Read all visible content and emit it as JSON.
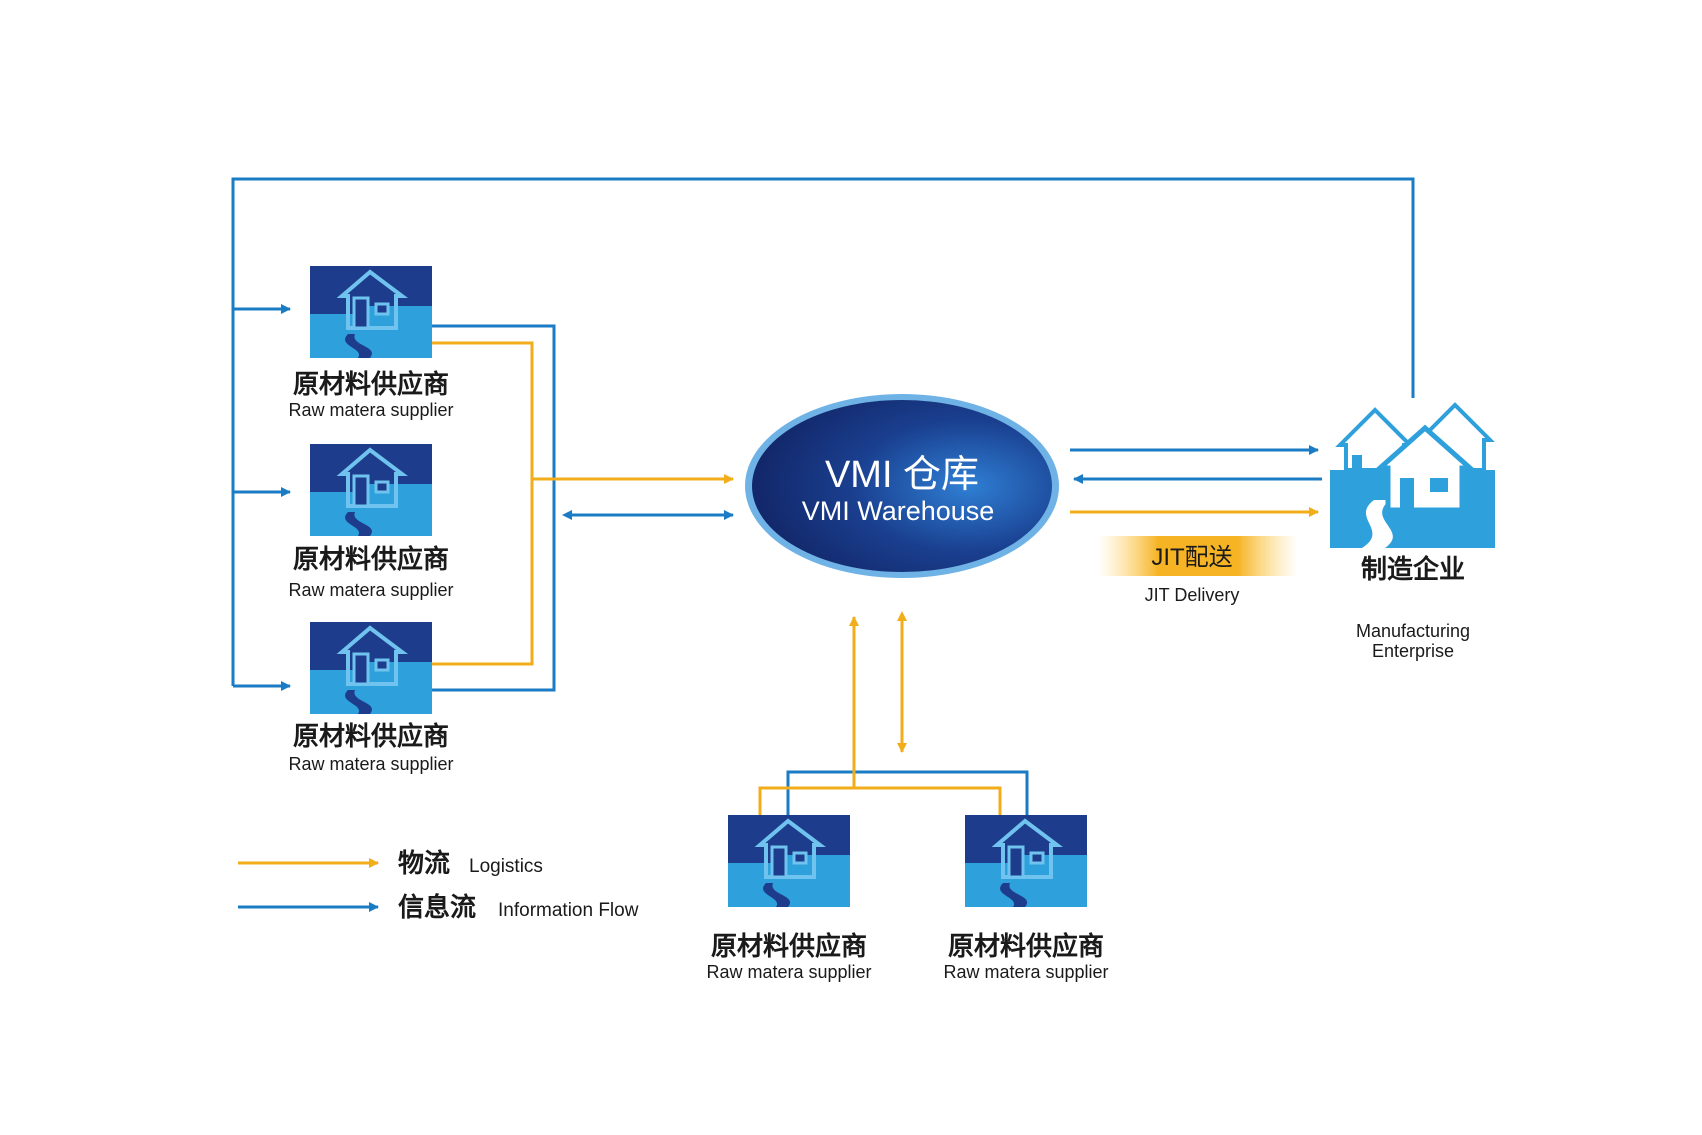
{
  "warehouse": {
    "name_zh": "VMI 仓库",
    "name_en": "VMI Warehouse"
  },
  "suppliers": [
    {
      "zh": "原材料供应商",
      "en": "Raw matera supplier"
    },
    {
      "zh": "原材料供应商",
      "en": "Raw matera supplier"
    },
    {
      "zh": "原材料供应商",
      "en": "Raw matera supplier"
    },
    {
      "zh": "原材料供应商",
      "en": "Raw matera supplier"
    },
    {
      "zh": "原材料供应商",
      "en": "Raw matera supplier"
    }
  ],
  "manufacturer": {
    "zh": "制造企业",
    "en_line1": "Manufacturing",
    "en_line2": "Enterprise"
  },
  "jit": {
    "zh": "JIT配送",
    "en": "JIT Delivery"
  },
  "legend": {
    "logistics_zh": "物流",
    "logistics_en": "Logistics",
    "info_zh": "信息流",
    "info_en": "Information Flow"
  },
  "colors": {
    "logistics": "#f2ad1b",
    "information": "#1b7cc6",
    "tile_dark": "#1e3c8c",
    "tile_light": "#2ea0dc"
  }
}
